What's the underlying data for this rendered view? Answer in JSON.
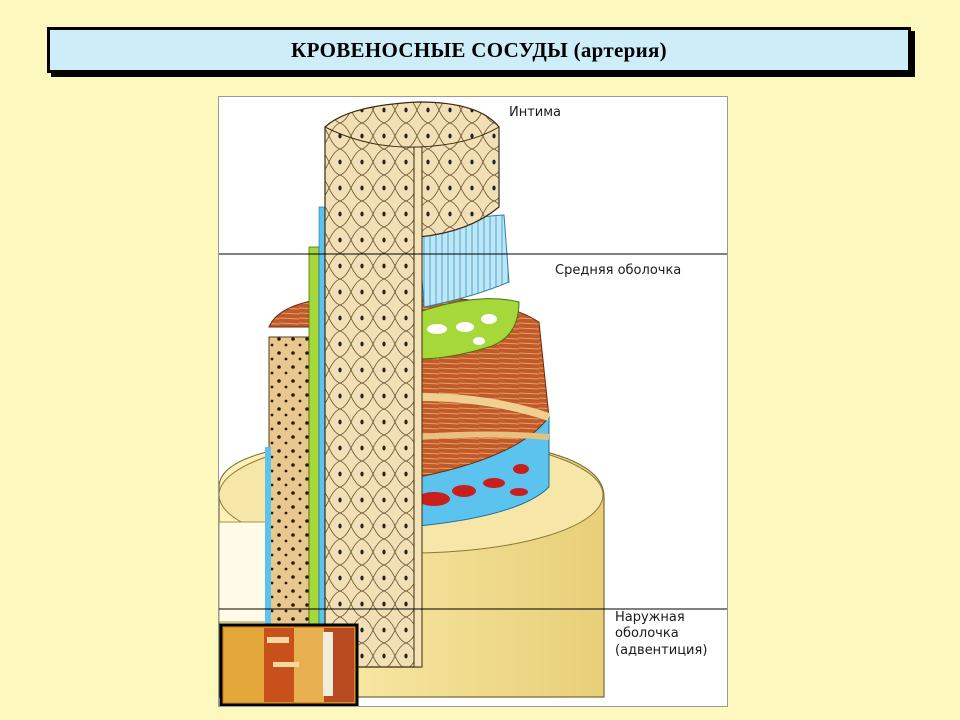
{
  "slide": {
    "title": "КРОВЕНОСНЫЕ СОСУДЫ (артерия)"
  },
  "figure": {
    "labels": {
      "intima": "Интима",
      "media": "Средняя оболочка",
      "adventitia_line1": "Наружная",
      "adventitia_line2": "оболочка",
      "adventitia_line3": "(адвентиция)"
    }
  },
  "colors": {
    "background": "#fdf8bd",
    "title_box": "#cdeef8",
    "endothelium": "#f2dfb5",
    "elastic_membrane": "#a6d83a",
    "smooth_muscle": "#b24a22",
    "external_elastic": "#5cc2ee",
    "adventitia": "#f3e4a0"
  }
}
